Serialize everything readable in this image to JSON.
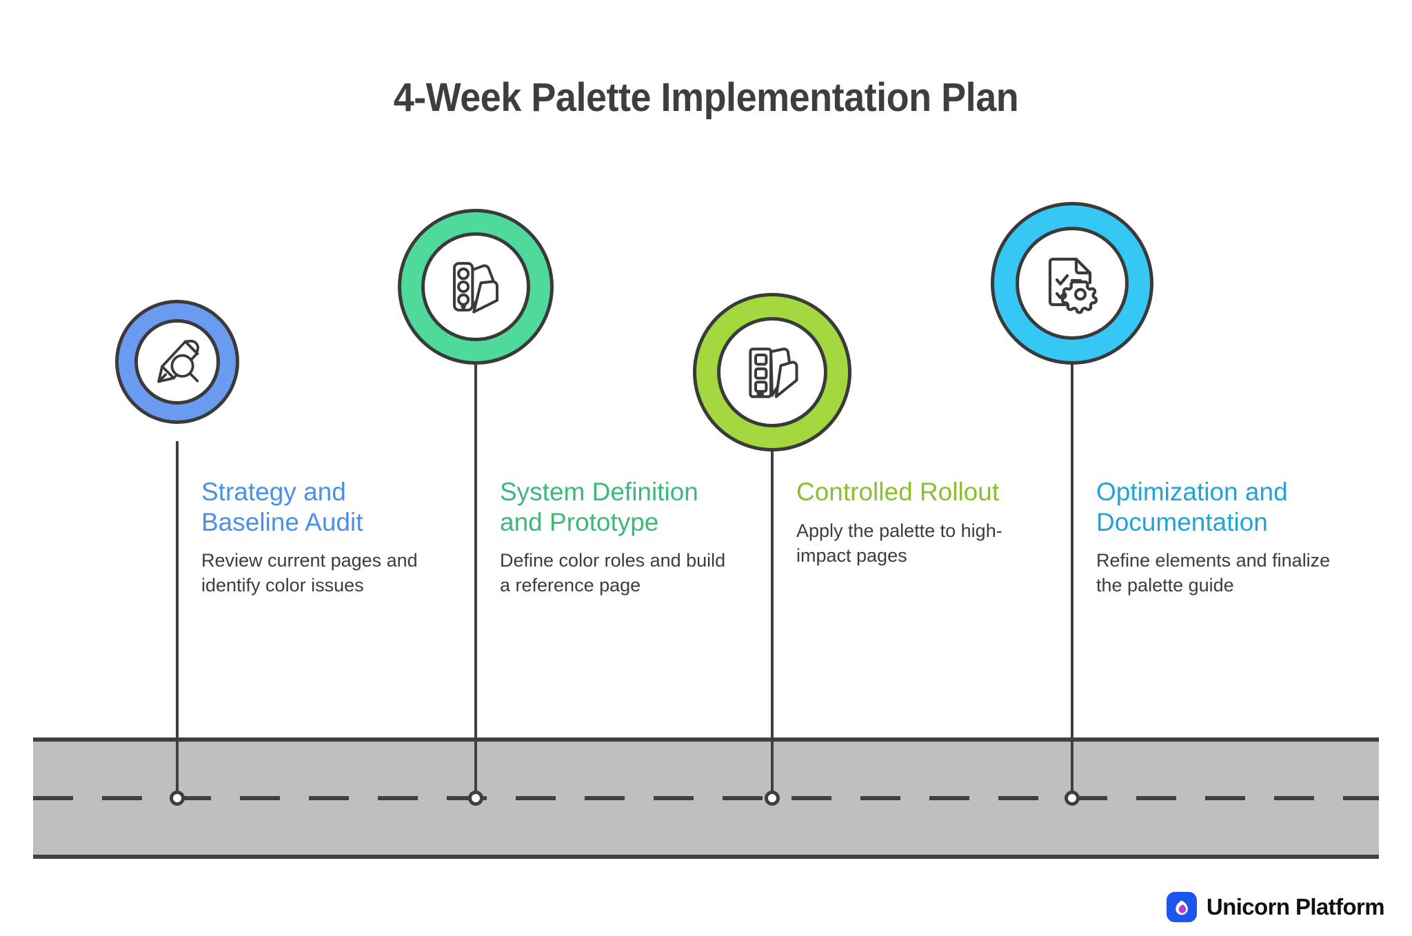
{
  "title": "4-Week Palette Implementation Plan",
  "milestones": [
    {
      "id": "week-1",
      "title": "Strategy and Baseline Audit",
      "description": "Review current pages and identify color issues",
      "color": "#4a90e8",
      "ring_color": "#6b9bf0",
      "icon": "pencil-magnifier-icon"
    },
    {
      "id": "week-2",
      "title": "System Definition and Prototype",
      "description": "Define color roles and build a reference page",
      "color": "#3cb878",
      "ring_color": "#4fd99a",
      "icon": "color-swatch-fan-icon"
    },
    {
      "id": "week-3",
      "title": "Controlled Rollout",
      "description": "Apply the palette to high-impact pages",
      "color": "#8bbf2e",
      "ring_color": "#a3d83f",
      "icon": "palette-chips-icon"
    },
    {
      "id": "week-4",
      "title": "Optimization and Documentation",
      "description": "Refine elements and finalize the palette guide",
      "color": "#1fa3d8",
      "ring_color": "#35c8f5",
      "icon": "document-gear-checklist-icon"
    }
  ],
  "road": {
    "fill_color": "#bfbfbf",
    "edge_color": "#404040",
    "center_line_style": "dashed"
  },
  "branding": {
    "name": "Unicorn Platform",
    "mark_background": "#1b57ec",
    "mark_accent": "#b23fd0"
  }
}
